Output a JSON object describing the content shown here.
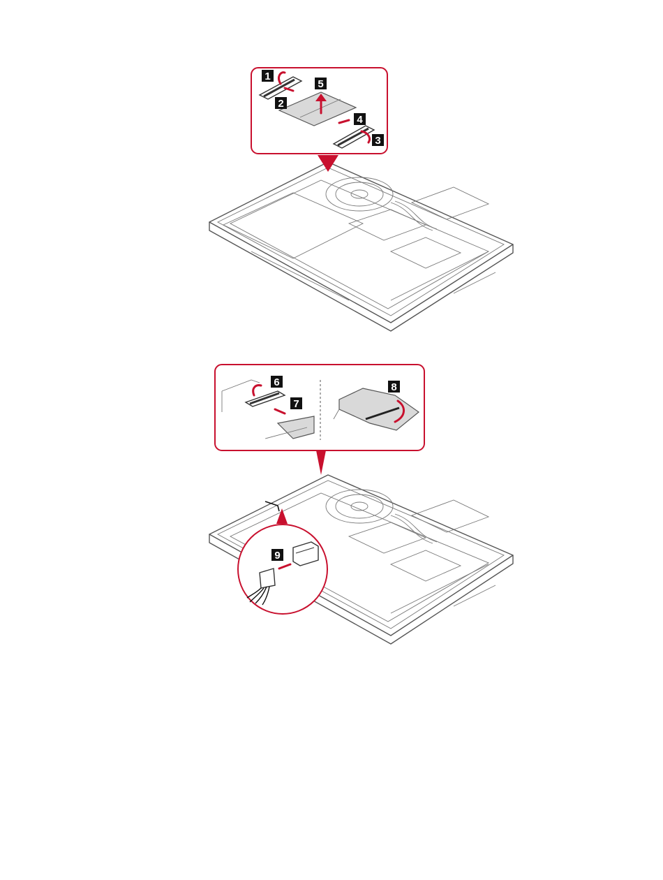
{
  "figure1": {
    "steps": [
      "1",
      "2",
      "3",
      "4",
      "5"
    ]
  },
  "figure2": {
    "steps": [
      "6",
      "7",
      "8",
      "9"
    ]
  },
  "colors": {
    "accent": "#c8102e",
    "line": "#555555",
    "board_fill": "#d9d9d9"
  }
}
